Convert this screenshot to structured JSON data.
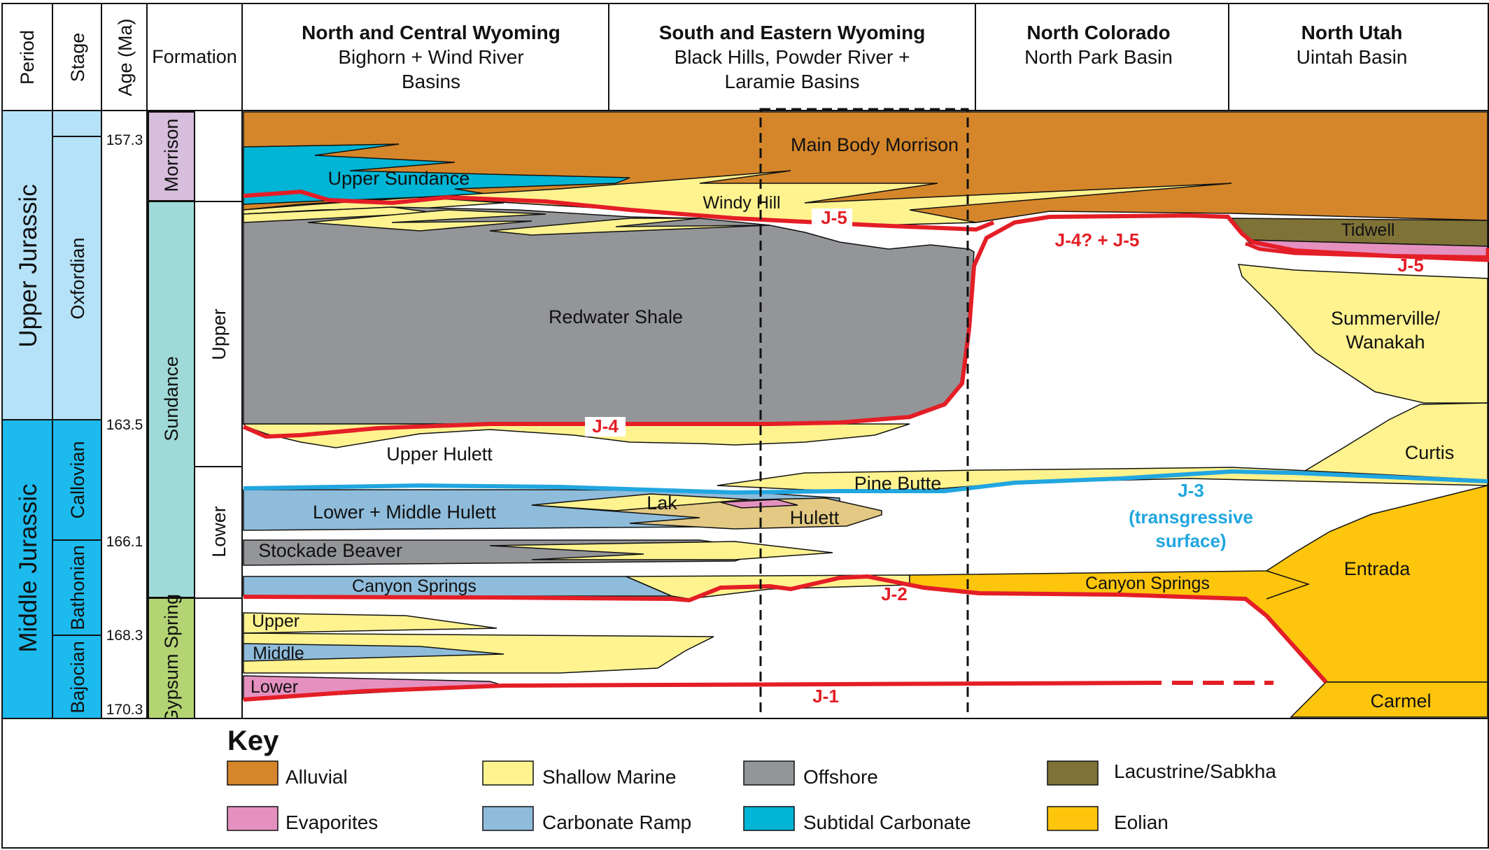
{
  "header": {
    "col_period": "Period",
    "col_stage": "Stage",
    "col_age": "Age (Ma)",
    "col_formation": "Formation",
    "regions": [
      {
        "title": "North and Central Wyoming",
        "sub1": "Bighorn + Wind River",
        "sub2": "Basins"
      },
      {
        "title": "South and Eastern Wyoming",
        "sub1": "Black Hills, Powder River +",
        "sub2": "Laramie Basins"
      },
      {
        "title": "North Colorado",
        "sub1": "North Park Basin",
        "sub2": ""
      },
      {
        "title": "North Utah",
        "sub1": "Uintah Basin",
        "sub2": ""
      }
    ]
  },
  "periods": [
    "Upper Jurassic",
    "Middle Jurassic"
  ],
  "stages": [
    "Oxfordian",
    "Callovian",
    "Bathonian",
    "Bajocian"
  ],
  "ages": [
    "157.3",
    "163.5",
    "166.1",
    "168.3",
    "170.3"
  ],
  "formations": [
    "Morrison",
    "Sundance",
    "Gypsum Spring"
  ],
  "members": [
    "Upper",
    "Lower"
  ],
  "units": {
    "main_body_morrison": "Main Body Morrison",
    "upper_sundance": "Upper Sundance",
    "windy_hill": "Windy Hill",
    "tidwell": "Tidwell",
    "redwater_shale": "Redwater Shale",
    "summerville_1": "Summerville/",
    "summerville_2": "Wanakah",
    "upper_hulett": "Upper Hulett",
    "curtis": "Curtis",
    "pine_butte": "Pine Butte",
    "lower_middle_hulett": "Lower + Middle Hulett",
    "lak": "Lak",
    "hulett": "Hulett",
    "stockade_beaver": "Stockade Beaver",
    "canyon_springs_left": "Canyon Springs",
    "canyon_springs_right": "Canyon Springs",
    "entrada": "Entrada",
    "gypsum_upper": "Upper",
    "gypsum_middle": "Middle",
    "gypsum_lower": "Lower",
    "carmel": "Carmel"
  },
  "surfaces": {
    "j5": "J-5",
    "j4_j5": "J-4? + J-5",
    "j5_right": "J-5",
    "j4": "J-4",
    "j3": "J-3",
    "j3_note1": "(transgressive",
    "j3_note2": "surface)",
    "j2": "J-2",
    "j1": "J-1"
  },
  "key": {
    "title": "Key",
    "items": [
      {
        "label": "Alluvial",
        "color": "#d5862a"
      },
      {
        "label": "Shallow Marine",
        "color": "#fff38f"
      },
      {
        "label": "Offshore",
        "color": "#939598"
      },
      {
        "label": "Lacustrine/Sabkha",
        "color": "#7f7237"
      },
      {
        "label": "Evaporites",
        "color": "#e591c0"
      },
      {
        "label": "Carbonate Ramp",
        "color": "#8fbcdb"
      },
      {
        "label": "Subtidal Carbonate",
        "color": "#00b5d5"
      },
      {
        "label": "Eolian",
        "color": "#fdc50c"
      }
    ]
  },
  "colors": {
    "upper_jurassic": "#b5e2f8",
    "middle_jurassic": "#1cbaed",
    "oxfordian": "#b5e2f8",
    "callovian": "#1cbaed",
    "morrison": "#d7bedc",
    "sundance": "#a0dad8",
    "gypsum_spring": "#b4d474",
    "unconformity": "#e41e26",
    "transgressive": "#21a6e0"
  }
}
